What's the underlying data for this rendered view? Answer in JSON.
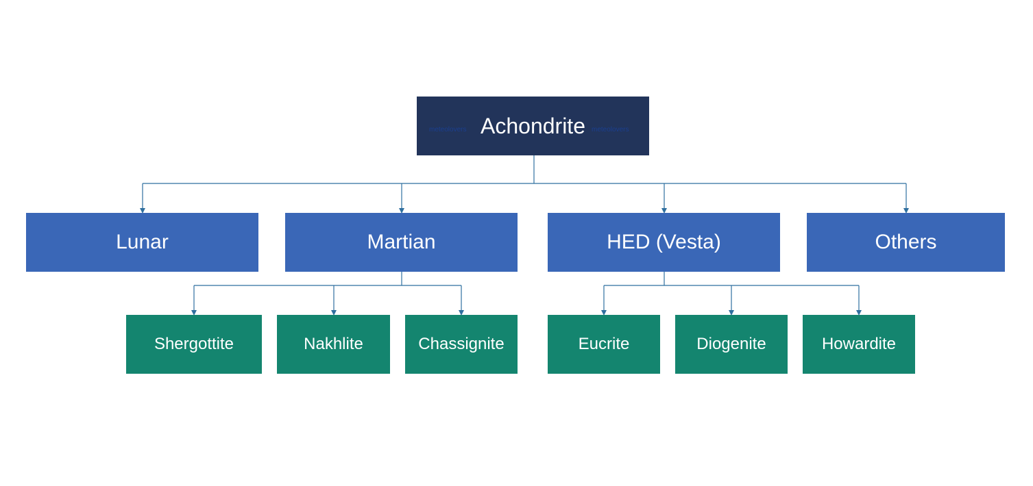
{
  "diagram": {
    "root": {
      "label": "Achondrite",
      "watermark": "meteolovers"
    },
    "categories": [
      {
        "label": "Lunar"
      },
      {
        "label": "Martian"
      },
      {
        "label": "HED (Vesta)"
      },
      {
        "label": "Others"
      }
    ],
    "martian_subtypes": [
      {
        "label": "Shergottite"
      },
      {
        "label": "Nakhlite"
      },
      {
        "label": "Chassignite"
      }
    ],
    "hed_subtypes": [
      {
        "label": "Eucrite"
      },
      {
        "label": "Diogenite"
      },
      {
        "label": "Howardite"
      }
    ],
    "colors": {
      "root_fill": "#22345a",
      "category_fill": "#3a67b7",
      "subtype_fill": "#14856f",
      "connector": "#2f6f9f",
      "text": "#ffffff"
    }
  }
}
